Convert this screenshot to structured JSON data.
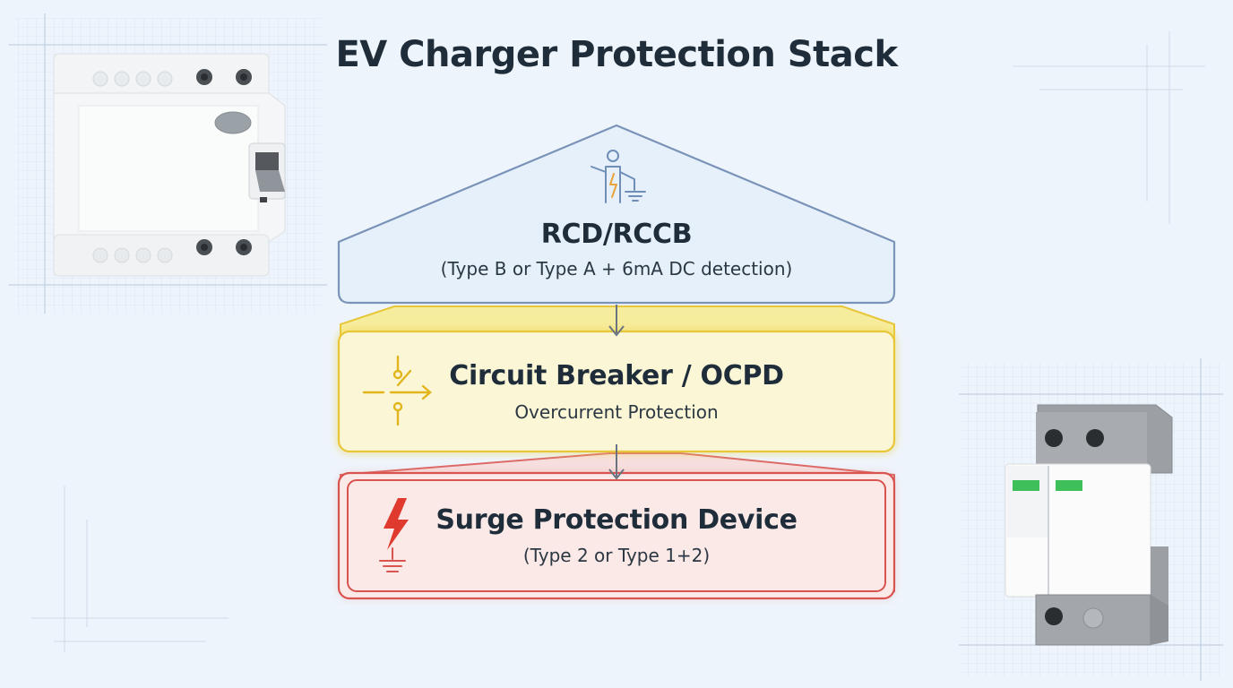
{
  "title": "EV Charger Protection Stack",
  "layers": [
    {
      "name": "RCD/RCCB",
      "subtitle": "(Type B or Type A + 6mA DC detection)",
      "icon": "person-shock-ground-icon",
      "color": "#7a93b8",
      "fill": "#e6f0fb"
    },
    {
      "name": "Circuit Breaker / OCPD",
      "subtitle": "Overcurrent Protection",
      "icon": "switch-breaker-icon",
      "color": "#e8c63a",
      "fill": "#fbf6d6"
    },
    {
      "name": "Surge Protection Device",
      "subtitle": "(Type 2 or Type 1+2)",
      "icon": "lightning-ground-icon",
      "color": "#d9534f",
      "fill": "#fbe9e8"
    }
  ],
  "devices": [
    {
      "name": "rccb-device-image"
    },
    {
      "name": "spd-device-image"
    }
  ],
  "colors": {
    "background": "#eef4fb",
    "grid": "#c9d7e8",
    "title": "#1f2d3a"
  }
}
